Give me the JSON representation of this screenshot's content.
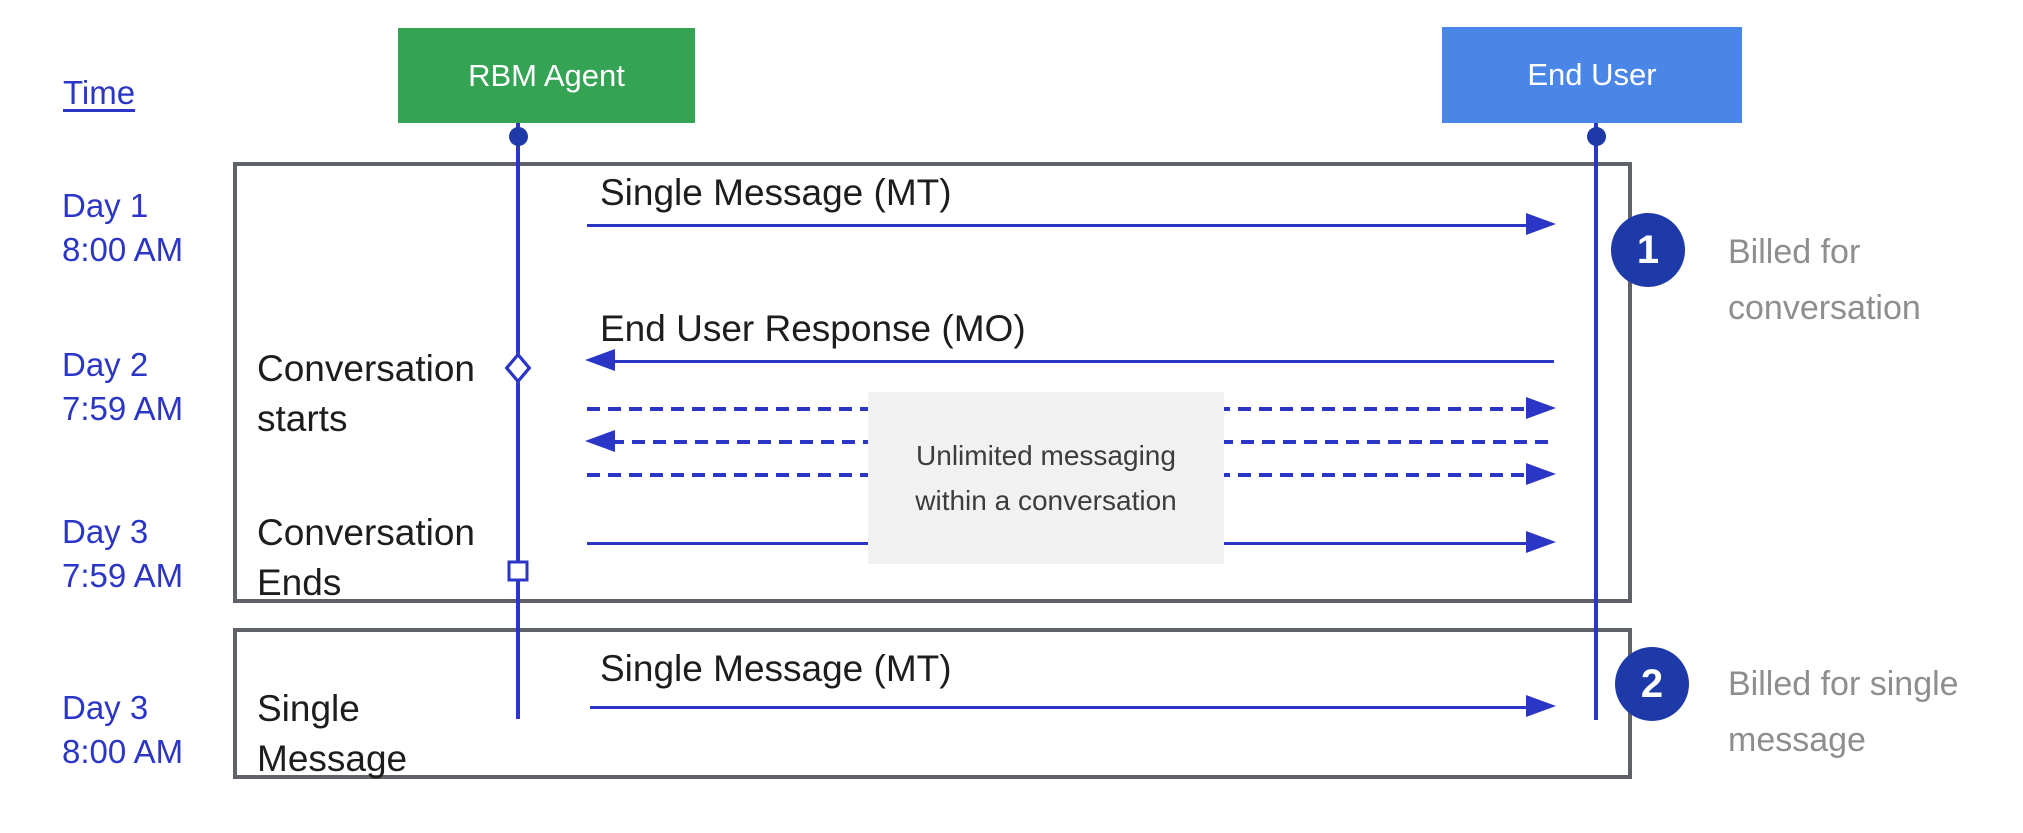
{
  "colors": {
    "blue": "#2B35C6",
    "navy": "#1E3AA8",
    "green": "#34A353",
    "userblue": "#4A86E8",
    "framegray": "#5F6368",
    "infobg": "#F1F1F1",
    "infotext": "#3C3C3C",
    "mutedgray": "#8E8E8E",
    "ink": "#1D1D1D"
  },
  "time_label": "Time",
  "actors": {
    "agent": "RBM Agent",
    "end_user": "End User"
  },
  "timeline": [
    {
      "day": "Day 1",
      "time": "8:00 AM"
    },
    {
      "day": "Day 2",
      "time": "7:59 AM"
    },
    {
      "day": "Day 3",
      "time": "7:59 AM"
    },
    {
      "day": "Day 3",
      "time": "8:00 AM"
    }
  ],
  "markers": {
    "starts": {
      "line1": "Conversation",
      "line2": "starts"
    },
    "ends": {
      "line1": "Conversation",
      "line2": "Ends"
    },
    "single": {
      "line1": "Single",
      "line2": "Message"
    }
  },
  "messages": [
    {
      "label": "Single Message (MT)",
      "direction": "right",
      "style": "solid"
    },
    {
      "label": "End User Response (MO)",
      "direction": "left",
      "style": "solid"
    },
    {
      "label": "",
      "direction": "right",
      "style": "dashed"
    },
    {
      "label": "",
      "direction": "left",
      "style": "dashed"
    },
    {
      "label": "",
      "direction": "right",
      "style": "dashed"
    },
    {
      "label": "",
      "direction": "right",
      "style": "solid"
    },
    {
      "label": "Single Message (MT)",
      "direction": "right",
      "style": "solid"
    }
  ],
  "info_box": {
    "line1": "Unlimited messaging",
    "line2": "within a conversation"
  },
  "annotations": [
    {
      "number": "1",
      "line1": "Billed for",
      "line2": "conversation"
    },
    {
      "number": "2",
      "line1": "Billed for single",
      "line2": "message"
    }
  ]
}
